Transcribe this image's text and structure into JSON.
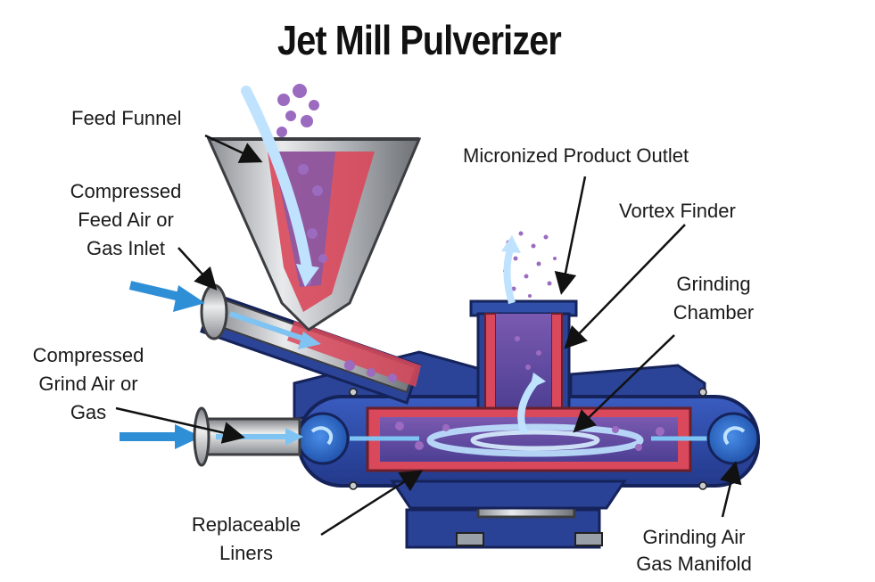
{
  "title": "Jet Mill Pulverizer",
  "labels": {
    "feed_funnel": "Feed Funnel",
    "feed_air_1": "Compressed",
    "feed_air_2": "Feed Air or",
    "feed_air_3": "Gas Inlet",
    "grind_air_1": "Compressed",
    "grind_air_2": "Grind Air or",
    "grind_air_3": "Gas",
    "outlet": "Micronized Product Outlet",
    "vortex": "Vortex Finder",
    "chamber_1": "Grinding",
    "chamber_2": "Chamber",
    "liners_1": "Replaceable",
    "liners_2": "Liners",
    "manifold_1": "Grinding Air",
    "manifold_2": "Gas Manifold"
  },
  "colors": {
    "body_blue": "#2f4fa8",
    "body_dark": "#1c2f73",
    "liner_red": "#d9485b",
    "chamber_purple": "#6a4f9e",
    "particle": "#9b6bc0",
    "air_arrow": "#2f8fd6",
    "funnel_grey": "#b7b9bd"
  }
}
